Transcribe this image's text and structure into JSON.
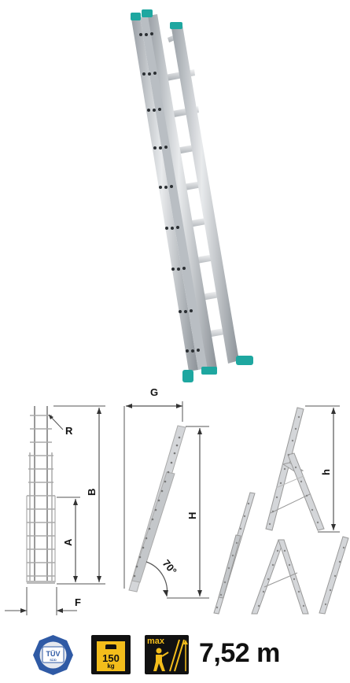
{
  "diagram": {
    "labels": {
      "R": "R",
      "B": "B",
      "A": "A",
      "F": "F",
      "G": "G",
      "H": "H",
      "angle": "70°",
      "h": "h"
    }
  },
  "badges": {
    "tuv_text": "TÜV",
    "tuv_sub": "SÜD",
    "load_value": "150",
    "load_unit": "kg",
    "max_label": "max"
  },
  "spec": {
    "height": "7,52 m"
  },
  "colors": {
    "accent": "#1ea7a0",
    "badge_yellow": "#f3bd1b",
    "ladder_metal": "#c9ccd0",
    "tuv_blue": "#2f5aa5"
  }
}
